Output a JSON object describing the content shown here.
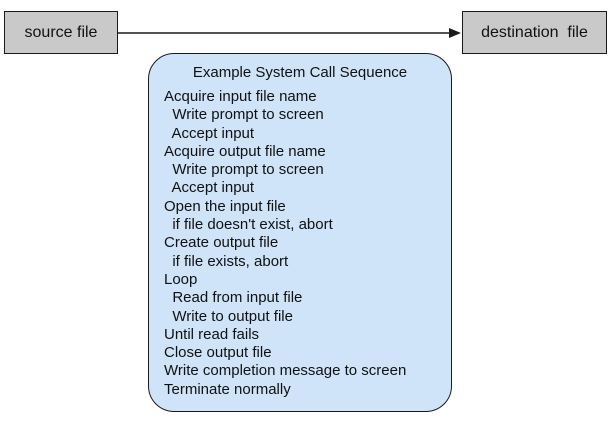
{
  "diagram": {
    "source_label": "source file",
    "destination_label": "destination  file",
    "sequence_title": "Example System Call Sequence",
    "sequence_lines": [
      "Acquire input file name",
      "  Write prompt to screen",
      "  Accept input",
      "Acquire output file name",
      "  Write prompt to screen",
      "  Accept input",
      "Open the input file",
      "  if file doesn't exist, abort",
      "Create output file",
      "  if file exists, abort",
      "Loop",
      "  Read from input file",
      "  Write to output file",
      "Until read fails",
      "Close output file",
      "Write completion message to screen",
      "Terminate normally"
    ],
    "colors": {
      "file_box_fill": "#c9c9c9",
      "panel_fill": "#cfe4f8",
      "stroke": "#1a1a1a"
    }
  }
}
